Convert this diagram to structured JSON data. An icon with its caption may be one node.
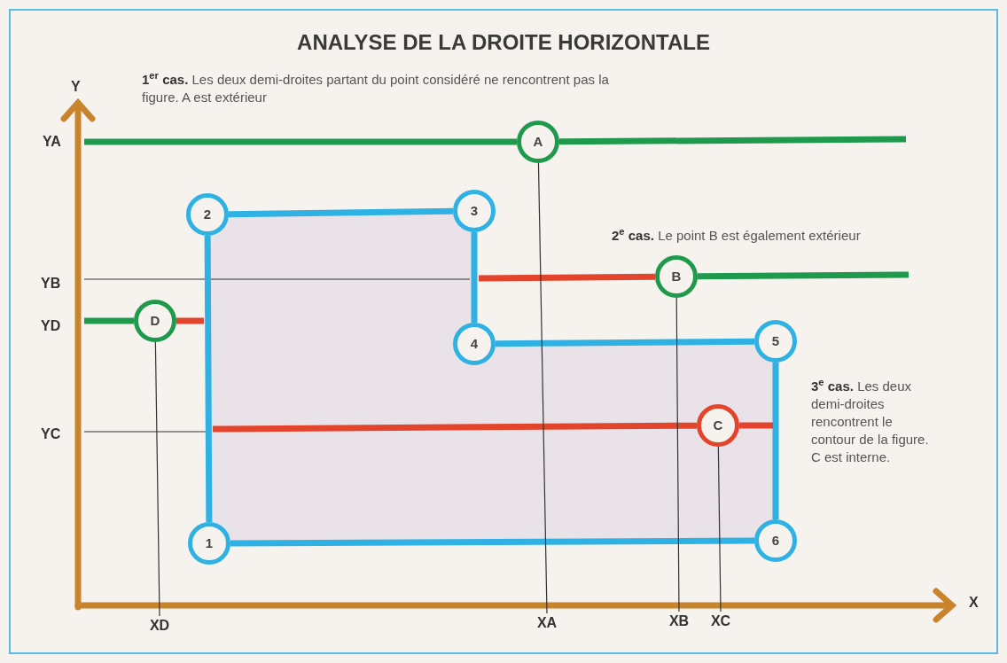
{
  "diagram": {
    "title": "ANALYSE DE LA DROITE HORIZONTALE",
    "nodes": [
      {
        "text": [
          "1"
        ]
      },
      {
        "text": [
          "2"
        ]
      },
      {
        "text": [
          "3"
        ]
      },
      {
        "text": [
          "4"
        ]
      },
      {
        "text": [
          "5"
        ]
      },
      {
        "text": [
          "6"
        ]
      },
      {
        "text": [
          "A"
        ]
      },
      {
        "text": [
          "B"
        ]
      },
      {
        "text": [
          "C"
        ]
      },
      {
        "text": [
          "D"
        ]
      },
      {
        "text": [
          "XD"
        ]
      },
      {
        "text": [
          "XA"
        ]
      },
      {
        "text": [
          "XB"
        ]
      },
      {
        "text": [
          "XC"
        ]
      }
    ],
    "edges": [
      {
        "from": 0,
        "to": 1,
        "arrow": "none"
      },
      {
        "from": 1,
        "to": 2,
        "arrow": "none"
      },
      {
        "from": 2,
        "to": 3,
        "arrow": "none"
      },
      {
        "from": 3,
        "to": 4,
        "arrow": "none"
      },
      {
        "from": 4,
        "to": 5,
        "arrow": "none"
      },
      {
        "from": 5,
        "to": 0,
        "arrow": "none"
      },
      {
        "from": 6,
        "to": null,
        "arrow": "none",
        "color": "#1f9a4c"
      },
      {
        "from": 6,
        "to": null,
        "arrow": "none",
        "color": "#1f9a4c"
      },
      {
        "from": 7,
        "to": null,
        "arrow": "none",
        "color": "#e2452b"
      },
      {
        "from": 7,
        "to": null,
        "arrow": "none",
        "color": "#1f9a4c"
      },
      {
        "from": 8,
        "to": null,
        "arrow": "none",
        "color": "#e2452b"
      },
      {
        "from": 8,
        "to": null,
        "arrow": "none",
        "color": "#e2452b"
      },
      {
        "from": 9,
        "to": null,
        "arrow": "none",
        "color": "#1f9a4c"
      },
      {
        "from": 9,
        "to": null,
        "arrow": "none",
        "color": "#e2452b"
      },
      {
        "from": 9,
        "to": 10,
        "arrow": "none",
        "color": "#333333"
      },
      {
        "from": 6,
        "to": 11,
        "arrow": "none",
        "color": "#333333"
      },
      {
        "from": 7,
        "to": 12,
        "arrow": "none",
        "color": "#333333"
      },
      {
        "from": 8,
        "to": 13,
        "arrow": "none",
        "color": "#333333"
      }
    ],
    "labels": [
      "**1$^{er}$ cas.** Les deux demi-droites partant du point considéré ne rencontrent pas la figure. A est extérieur",
      "Y",
      "YA",
      "**2$^{e}$ cas.** Le point B est également extérieur",
      "YB",
      "YD",
      "**3$^{e}$ cas.** Les deux demi-droites rencontrent le contour de la figure. C est interne.",
      "YC",
      "X"
    ]
  }
}
